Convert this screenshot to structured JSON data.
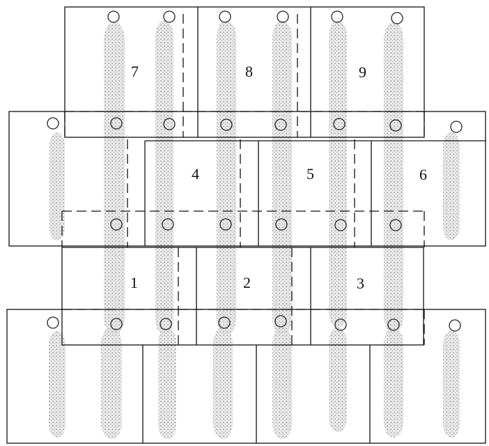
{
  "diagram": {
    "panel_labels": [
      "1",
      "2",
      "3",
      "4",
      "5",
      "6",
      "7",
      "8",
      "9"
    ],
    "colors": {
      "stroke": "#111111",
      "specimen_fill": "#c9c9c9",
      "specimen_dot": "#7a7a7a",
      "background": "#ffffff"
    }
  }
}
